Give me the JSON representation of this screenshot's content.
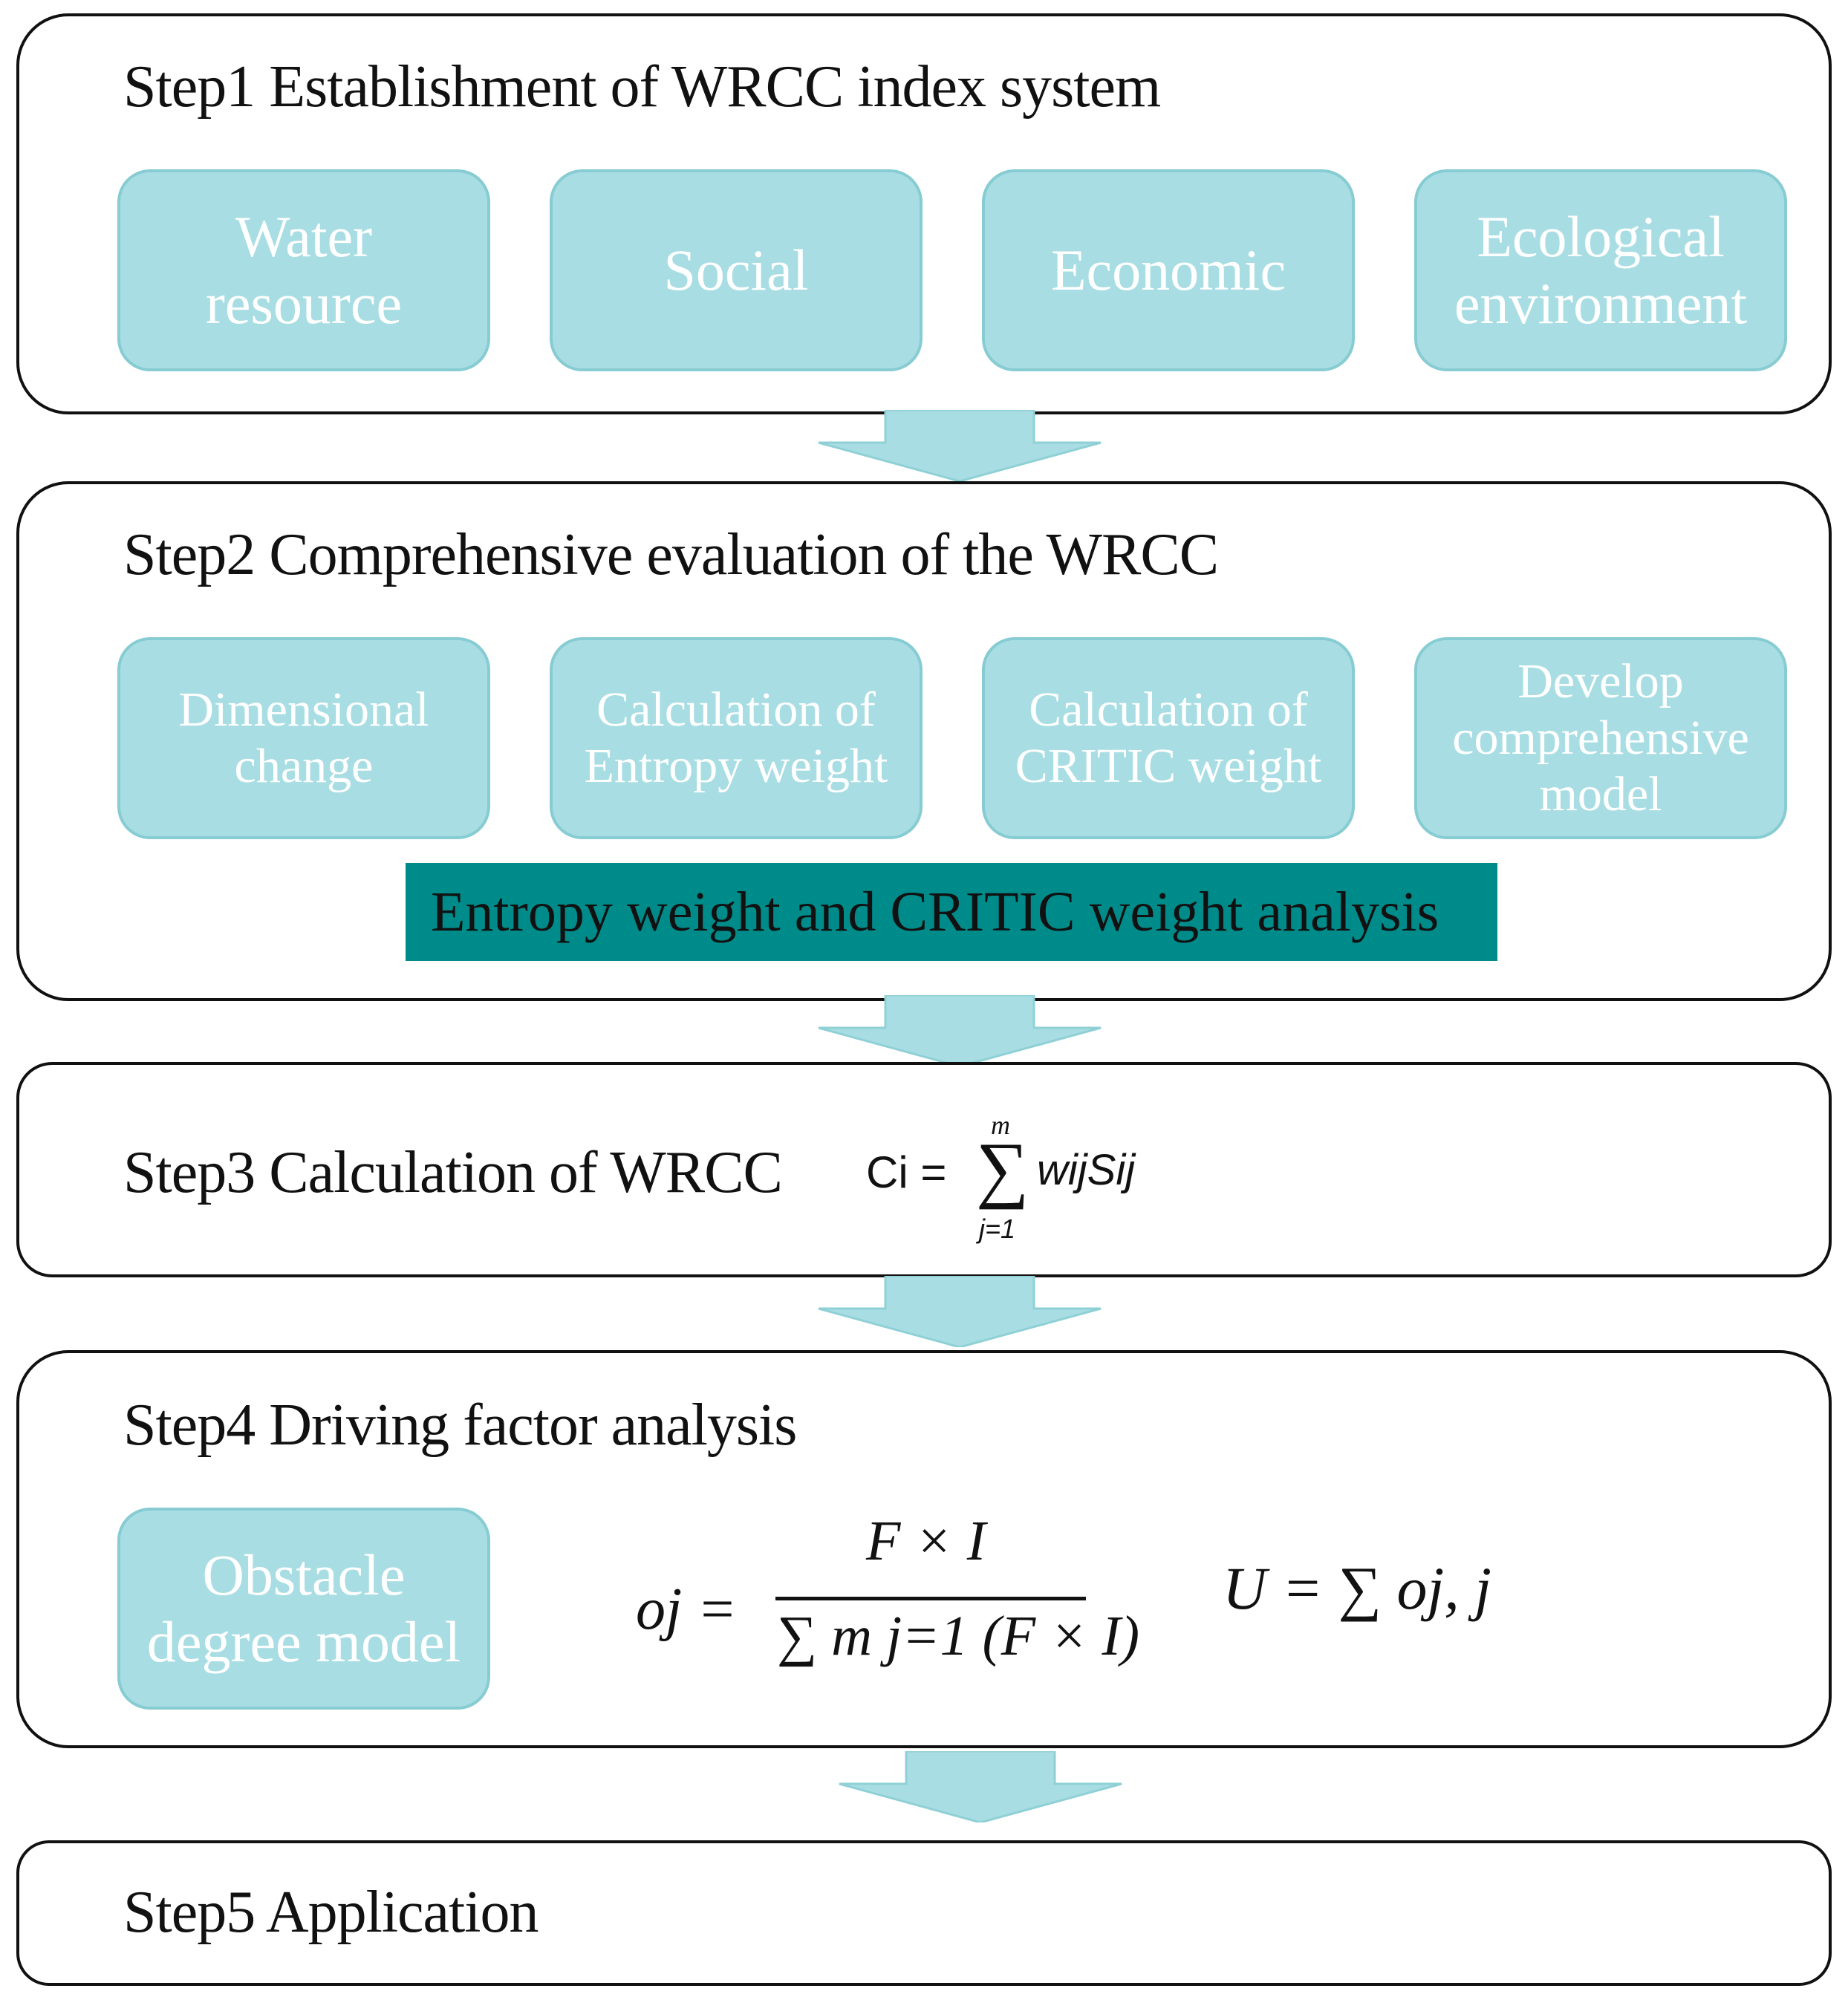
{
  "colors": {
    "box_fill": "#a8dee3",
    "box_border": "#86ccd2",
    "banner_fill": "#008b8b",
    "arrow_fill": "#a8dee3"
  },
  "step1": {
    "title": "Step1  Establishment of WRCC index system",
    "boxes": [
      "Water\nresource",
      "Social",
      "Economic",
      "Ecological\nenvironment"
    ]
  },
  "step2": {
    "title": "Step2  Comprehensive evaluation of the WRCC",
    "boxes": [
      "Dimensional\nchange",
      "Calculation of\nEntropy weight",
      "Calculation of\nCRITIC weight",
      "Develop\ncomprehensive\nmodel"
    ],
    "banner": "Entropy weight and CRITIC weight analysis"
  },
  "step3": {
    "title": "Step3  Calculation of  WRCC",
    "formula": {
      "lhs": "Ci =",
      "sigma": "∑",
      "upper": "m",
      "lower": "j=1",
      "rhs": "wijSij"
    }
  },
  "step4": {
    "title": "Step4  Driving factor analysis",
    "box": "Obstacle\ndegree model",
    "formula_o": {
      "lhs": "oj =",
      "numerator": "F × I",
      "denominator": "∑ m j=1 (F × I)"
    },
    "formula_u": "U = ∑ oj, j"
  },
  "step5": {
    "title": "Step5  Application"
  }
}
